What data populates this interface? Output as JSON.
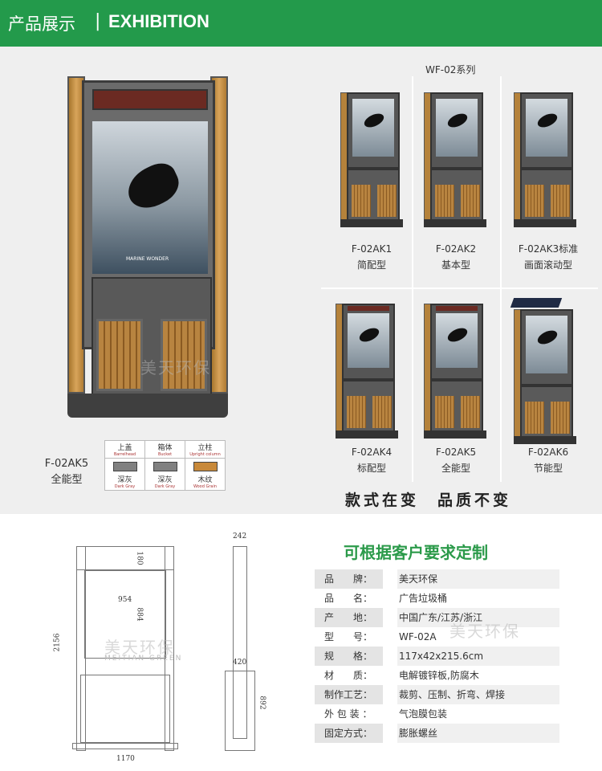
{
  "header": {
    "title_cn": "产品展示",
    "separator": "|",
    "title_en": "EXHIBITION",
    "color": "#239a4b"
  },
  "series_title": "WF-02系列",
  "featured": {
    "model": "F-02AK5",
    "type": "全能型"
  },
  "color_table": {
    "headers": [
      {
        "cn": "上盖",
        "en": "Barrelhead"
      },
      {
        "cn": "箱体",
        "en": "Bucket"
      },
      {
        "cn": "立柱",
        "en": "Upright column"
      }
    ],
    "colors": [
      {
        "cn": "深灰",
        "en": "Dark Gray",
        "hex": "#808080"
      },
      {
        "cn": "深灰",
        "en": "Dark Gray",
        "hex": "#808080"
      },
      {
        "cn": "木纹",
        "en": "Wood Grain",
        "hex": "#c8893a"
      }
    ]
  },
  "models": [
    {
      "model": "F-02AK1",
      "type": "简配型"
    },
    {
      "model": "F-02AK2",
      "type": "基本型"
    },
    {
      "model": "F-02AK3标准",
      "type": "画面滚动型"
    },
    {
      "model": "F-02AK4",
      "type": "标配型"
    },
    {
      "model": "F-02AK5",
      "type": "全能型"
    },
    {
      "model": "F-02AK6",
      "type": "节能型"
    }
  ],
  "slogan": "款式在变　品质不变",
  "watermark": {
    "cn": "美天环保",
    "en": "MEITIAN GREEN"
  },
  "poster_brand": "MARINE WONDER",
  "drawing": {
    "dims": {
      "height": "2156",
      "width": "1170",
      "panel_width": "954",
      "panel_height": "884",
      "led_height": "180",
      "depth": "242",
      "base_depth": "420",
      "lower_height": "892"
    }
  },
  "spec": {
    "title": "可根据客户要求定制",
    "rows": [
      {
        "k": "品　　牌：",
        "v": "美天环保"
      },
      {
        "k": "品　　名：",
        "v": "广告垃圾桶"
      },
      {
        "k": "产　　地：",
        "v": "中国广东/江苏/浙江"
      },
      {
        "k": "型　　号：",
        "v": "WF-02A"
      },
      {
        "k": "规　　格：",
        "v": "117x42x215.6cm"
      },
      {
        "k": "材　　质：",
        "v": "电解镀锌板,防腐木"
      },
      {
        "k": "制作工艺：",
        "v": "裁剪、压制、折弯、焊接"
      },
      {
        "k": "外 包 装 ：",
        "v": "气泡膜包装"
      },
      {
        "k": "固定方式：",
        "v": "膨胀螺丝"
      }
    ]
  }
}
